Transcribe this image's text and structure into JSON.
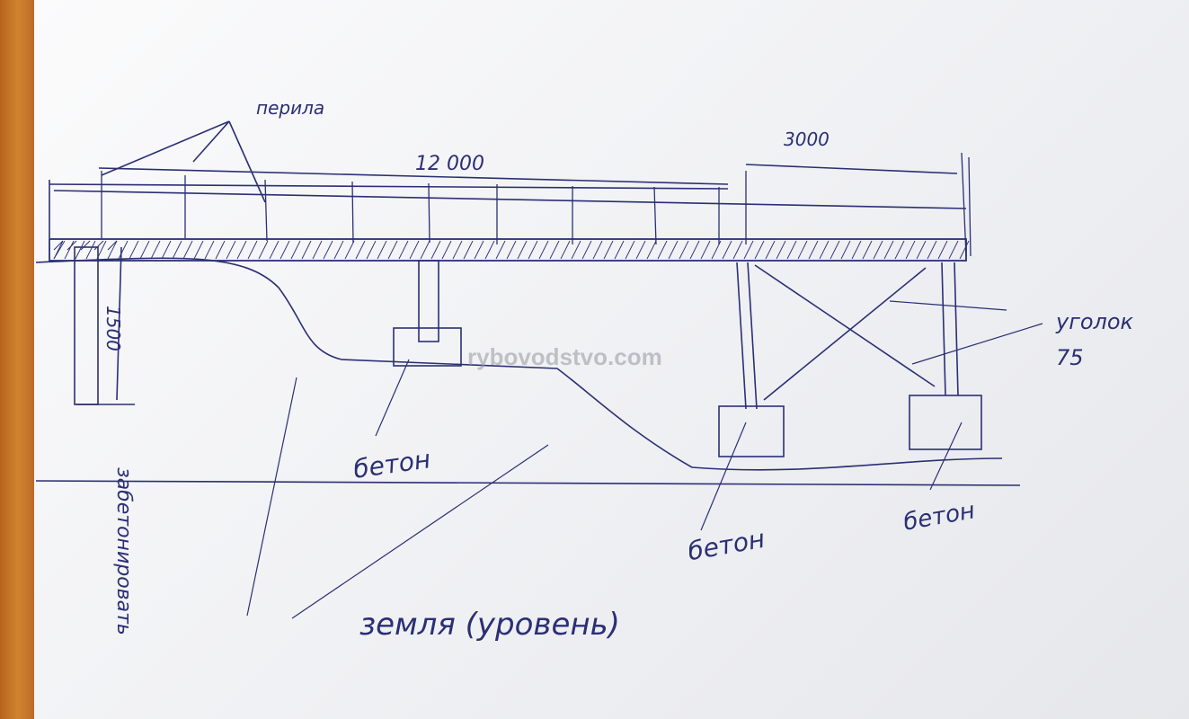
{
  "labels": {
    "railing": "перила",
    "span_length": "12 000",
    "section_length": "3000",
    "post_depth": "1500",
    "angle_steel": "уголок 75",
    "concrete_1": "бетон",
    "concrete_2": "бетон",
    "concrete_3": "бетон",
    "to_concrete": "забетонировать",
    "ground_level": "земля (уровень)"
  },
  "watermark": "rybovodstvo.com",
  "colors": {
    "ink": "#2b2f74",
    "paper": "#f3f3f5",
    "wood": "#c2702a"
  }
}
